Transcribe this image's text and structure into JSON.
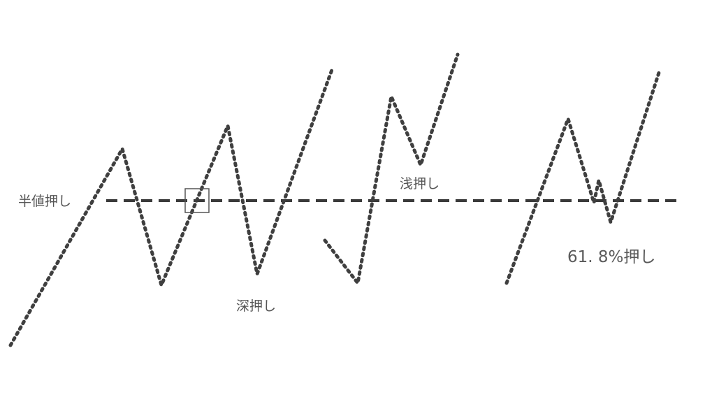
{
  "labels": {
    "half_retracement": "半値押し",
    "deep_pullback": "深押し",
    "shallow_pullback": "浅押し",
    "fib_618": "61. 8%押し"
  },
  "colors": {
    "line": "#3f3f3f",
    "dashed_level": "#3a3a3a",
    "marker_box": "#555555",
    "label_text": "#555555"
  }
}
